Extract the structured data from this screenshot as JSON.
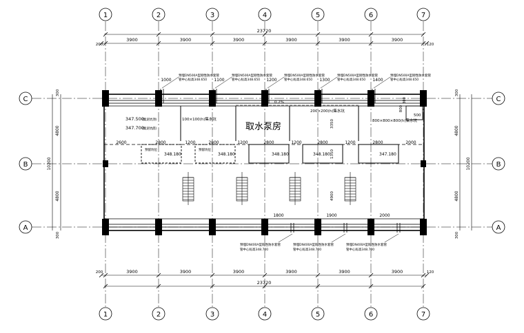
{
  "axes": {
    "numbers": [
      "1",
      "2",
      "3",
      "4",
      "5",
      "6",
      "7"
    ],
    "letters": [
      "A",
      "B",
      "C"
    ]
  },
  "dimensions": {
    "total_width": "23720",
    "bays": [
      "3900",
      "3900",
      "3900",
      "3900",
      "3900",
      "3900"
    ],
    "left_offset": "200",
    "right_offset": "120",
    "vertical_spans": [
      "4800",
      "4800"
    ],
    "vertical_total": "10200",
    "vertical_edge": "300"
  },
  "room_title": "取水泵房",
  "top_pipes": [
    {
      "label": "预埋DN500A型刚性防水套管",
      "elev": "管中心标高348.650",
      "dim": "1000"
    },
    {
      "label": "预埋DN500A型刚性防水套管",
      "elev": "管中心标高348.650",
      "dim": "1100"
    },
    {
      "label": "预埋DN500A型刚性防水套管",
      "elev": "管中心标高348.650",
      "dim": "1200"
    },
    {
      "label": "预埋DN500A型刚性防水套管",
      "elev": "管中心标高348.650",
      "dim": "1300"
    },
    {
      "label": "预埋DN500A型刚性防水套管",
      "elev": "管中心标高348.650",
      "dim": "1400"
    }
  ],
  "bottom_pipes": [
    {
      "label": "预埋DN400A型刚性防水套管",
      "elev": "管中心标高348.700",
      "dim": "1800"
    },
    {
      "label": "预埋DN400A型刚性防水套管",
      "elev": "管中心标高348.700",
      "dim": "1900"
    },
    {
      "label": "预埋DN400A型刚性防水套管",
      "elev": "管中心标高348.700",
      "dim": "2000"
    }
  ],
  "levels": [
    {
      "value": "347.500",
      "note": "(集泥坑顶)"
    },
    {
      "value": "347.700",
      "note": "(集泥坑底)"
    }
  ],
  "pits": {
    "sump_small": "100×100(h)集水坑",
    "sump_medium": "200×200(h)集水坑",
    "sump_large": "800×800×800(h)集水坑",
    "pit_mark": "预留坑位"
  },
  "pump_elevs": [
    "348.180",
    "348.180",
    "348.180",
    "348.180",
    "347.180"
  ],
  "pump_row_dims": [
    "2600",
    "2800",
    "1200",
    "2800",
    "1200",
    "2800",
    "1200",
    "2800",
    "1200",
    "2800",
    "2000"
  ],
  "misc_dims": [
    "3350",
    "1350",
    "4900",
    "800",
    "500",
    "300",
    "0.2%"
  ]
}
